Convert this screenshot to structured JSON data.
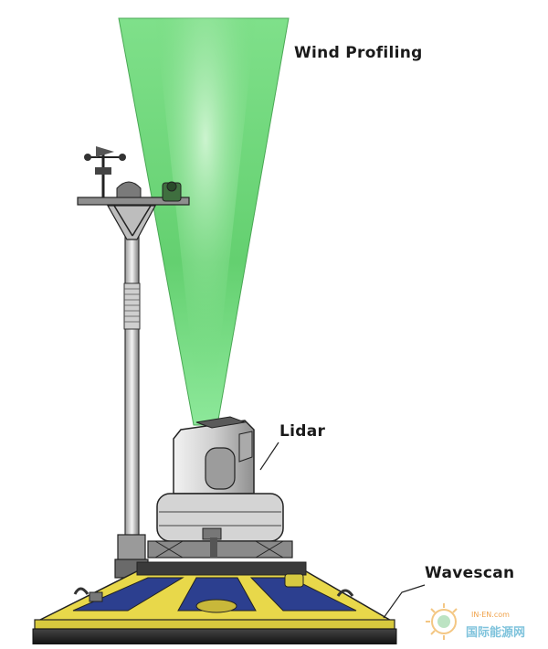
{
  "labels": {
    "wind_profiling": "Wind Profiling",
    "lidar": "Lidar",
    "wavescan": "Wavescan"
  },
  "watermark": {
    "domain": "IN-EN.com",
    "name": "国际能源网"
  },
  "colors": {
    "beam": "#6ed879",
    "buoy_yellow": "#e8d84a",
    "buoy_blue": "#2c3f8f",
    "hull_dark": "#2b2b2b",
    "lidar_grey": "#c9c9c9"
  }
}
